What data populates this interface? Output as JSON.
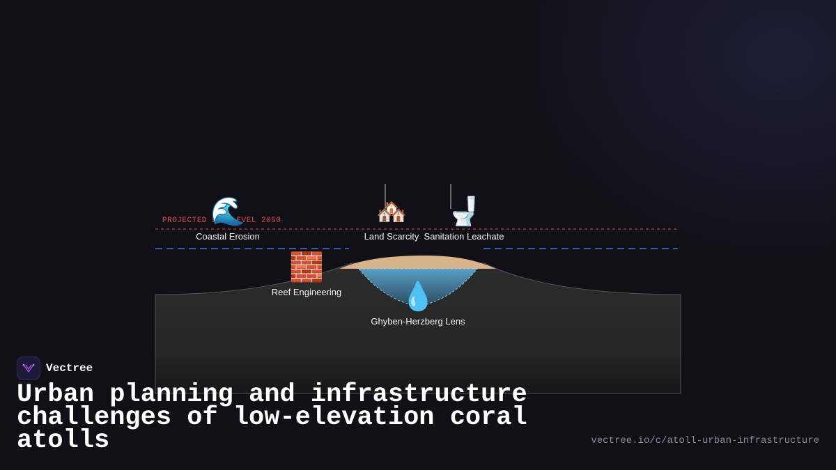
{
  "diagram": {
    "sea_level_label": "PROJECTED SEA LEVEL 2050",
    "colors": {
      "sea_level_line": "#e05050",
      "current_water_line": "#3a7bd5",
      "land": "#2a2a2a",
      "sand": "#d8b48a",
      "freshwater_lens": "#4a8ab0"
    },
    "nodes": [
      {
        "id": "coastal-erosion",
        "icon": "🌊",
        "icon_name": "water-wave-icon",
        "label": "Coastal Erosion"
      },
      {
        "id": "land-scarcity",
        "icon": "🏘️",
        "icon_name": "houses-icon",
        "label": "Land Scarcity"
      },
      {
        "id": "sanitation-leachate",
        "icon": "🚽",
        "icon_name": "toilet-icon",
        "label": "Sanitation Leachate"
      },
      {
        "id": "reef-engineering",
        "icon": "🧱",
        "icon_name": "brick-icon",
        "label": "Reef Engineering"
      },
      {
        "id": "ghyben-herzberg-lens",
        "icon": "💧",
        "icon_name": "droplet-icon",
        "label": "Ghyben-Herzberg Lens"
      }
    ]
  },
  "brand": {
    "name": "Vectree",
    "logo_icon": "vectree-logo-icon"
  },
  "title": "Urban planning and infrastructure challenges of low-elevation coral atolls",
  "url": "vectree.io/c/atoll-urban-infrastructure"
}
